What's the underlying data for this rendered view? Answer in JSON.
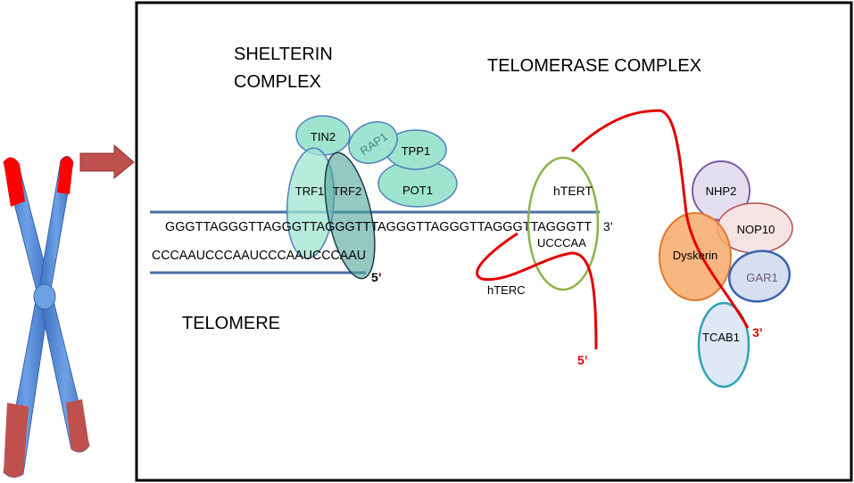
{
  "labels": {
    "shelterin_line1": "SHELTERIN",
    "shelterin_line2": "COMPLEX",
    "telomerase": "TELOMERASE COMPLEX",
    "telomere": "TELOMERE",
    "top_strand": "GGGTTAGGGTTAGGGTTAGGGTTTAGGGTTAGGGTTAGGGTTAGGGTT",
    "top_strand_end": "3’",
    "bottom_strand": "CCCAAUCCCAAUCCCAAUCCCAAU",
    "bottom_strand_end": "5’",
    "template": "UCCCAA",
    "hterc": "hTERC",
    "hterc_end": "5’",
    "tail_end": "3’"
  },
  "proteins": {
    "tin2": "TIN2",
    "rap1": "RAP1",
    "tpp1": "TPP1",
    "pot1": "POT1",
    "trf1": "TRF1",
    "trf2": "TRF2",
    "htert": "hTERT",
    "nhp2": "NHP2",
    "nop10": "NOP10",
    "dyskerin": "Dyskerin",
    "gar1": "GAR1",
    "tcab1": "TCAB1"
  },
  "colors": {
    "chromosome_arm": "#4f86d4",
    "telomere_tip_top": "#ff0000",
    "telomere_tip_bottom": "#c0504d",
    "arrow": "#c0504d",
    "dna_strand": "#4a6fa5",
    "shelterin_fill": "#9fe4cf",
    "shelterin_stroke": "#4f81bd",
    "htert_stroke": "#8db34a",
    "rna_red": "#e60000",
    "nhp2_fill": "#e4dff0",
    "nop10_fill": "#f5e3e3",
    "dyskerin_fill": "#f7a96b",
    "gar1_fill": "#d6dfef",
    "tcab1_fill": "#dfe8f5",
    "tcab1_stroke": "#2fa3b8"
  }
}
